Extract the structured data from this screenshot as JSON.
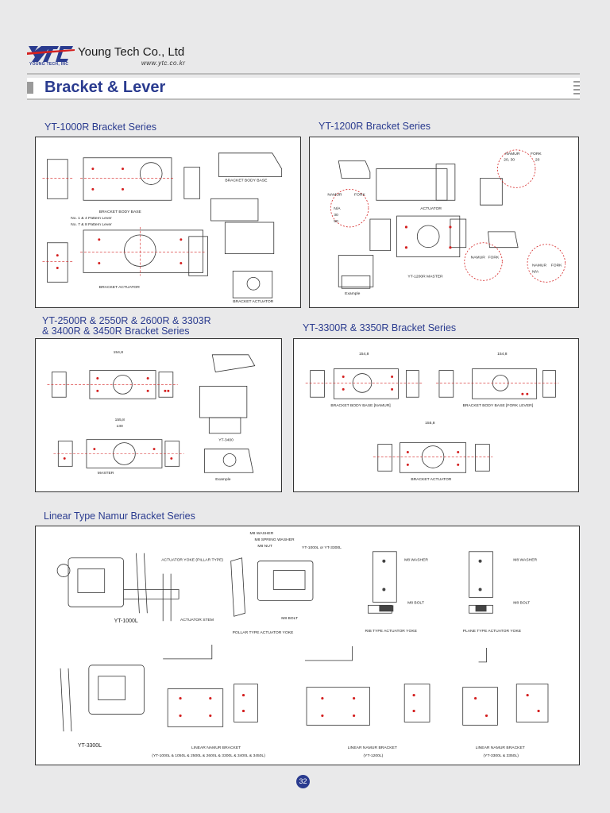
{
  "header": {
    "logo_text": "YTC",
    "logo_subtext": "YOUNG TECH, INC",
    "company": "Young Tech Co., Ltd",
    "website": "www.ytc.co.kr"
  },
  "page_title": "Bracket & Lever",
  "sections": {
    "yt1000r": {
      "title": "YT-1000R Bracket Series",
      "labels": {
        "body_base": "BRACKET BODY BASE",
        "body_base2": "BRACKET BODY BASE",
        "actuator": "BRACKET ACTUATOR",
        "actuator2": "BRACKET ACTUATOR",
        "lever1": "No. 1 & 4 Pattern Lever",
        "lever2": "No. 7 & 8 Pattern Lever"
      }
    },
    "yt1200r": {
      "title": "YT-1200R Bracket Series",
      "labels": {
        "namur": "NAMUR",
        "fork": "FORK",
        "na": "N/A",
        "actuator": "ACTUATOR",
        "master": "YT-1200R MASTER",
        "example": "Example",
        "v20_30": "20, 30",
        "v30": "30",
        "v50": "50",
        "v20": "20"
      }
    },
    "yt2500r": {
      "title_line1": "YT-2500R & 2550R & 2600R & 3303R",
      "title_line2": "& 3400R & 3450R Bracket Series",
      "labels": {
        "master": "MASTER",
        "model": "YT-3400",
        "example": "Example",
        "d154": "154,8",
        "d155": "155,8",
        "d130": "130"
      }
    },
    "yt3300r": {
      "title": "YT-3300R & 3350R Bracket Series",
      "labels": {
        "base_namur": "BRACKET BODY BASE [NAMUR]",
        "base_fork": "BRACKET BODY BASE [FORK LEVER]",
        "actuator": "BRACKET ACTUATOR",
        "d154": "154,8",
        "d155": "155,8"
      }
    },
    "linear": {
      "title": "Linear Type  Namur Bracket Series",
      "labels": {
        "yoke_pillar": "ACTUATOR YOKE (PILLAR TYPE)",
        "stem": "ACTUATOR STEM",
        "yt1000l": "YT-1000L",
        "yt3300l": "YT-3300L",
        "m8_washer": "M8 WASHER",
        "m8_spring": "M8 SPRING WASHER",
        "m8_nut": "M8 NUT",
        "m8_bolt": "M8 BOLT",
        "yt_ref": "YT-1000L or YT-3300L",
        "pollar": "POLLAR TYPE ACTUATOR YOKE",
        "rib": "RIB TYPE ACTUATOR YOKE",
        "plane": "PLANE TYPE ACTUATOR YOKE",
        "lnb": "LINEAR NAMUR BRACKET",
        "lnb_sub1": "(YT-1000L & 1050L & 2500L & 2600L & 3300L & 3400L & 3450L)",
        "lnb_sub2": "(YT-1200L)",
        "lnb_sub3": "(YT-3300L & 3350L)"
      }
    }
  },
  "page_number": "32",
  "colors": {
    "brand_blue": "#2a3b8f",
    "hole_red": "#d42020",
    "page_bg": "#e9e9ea"
  }
}
